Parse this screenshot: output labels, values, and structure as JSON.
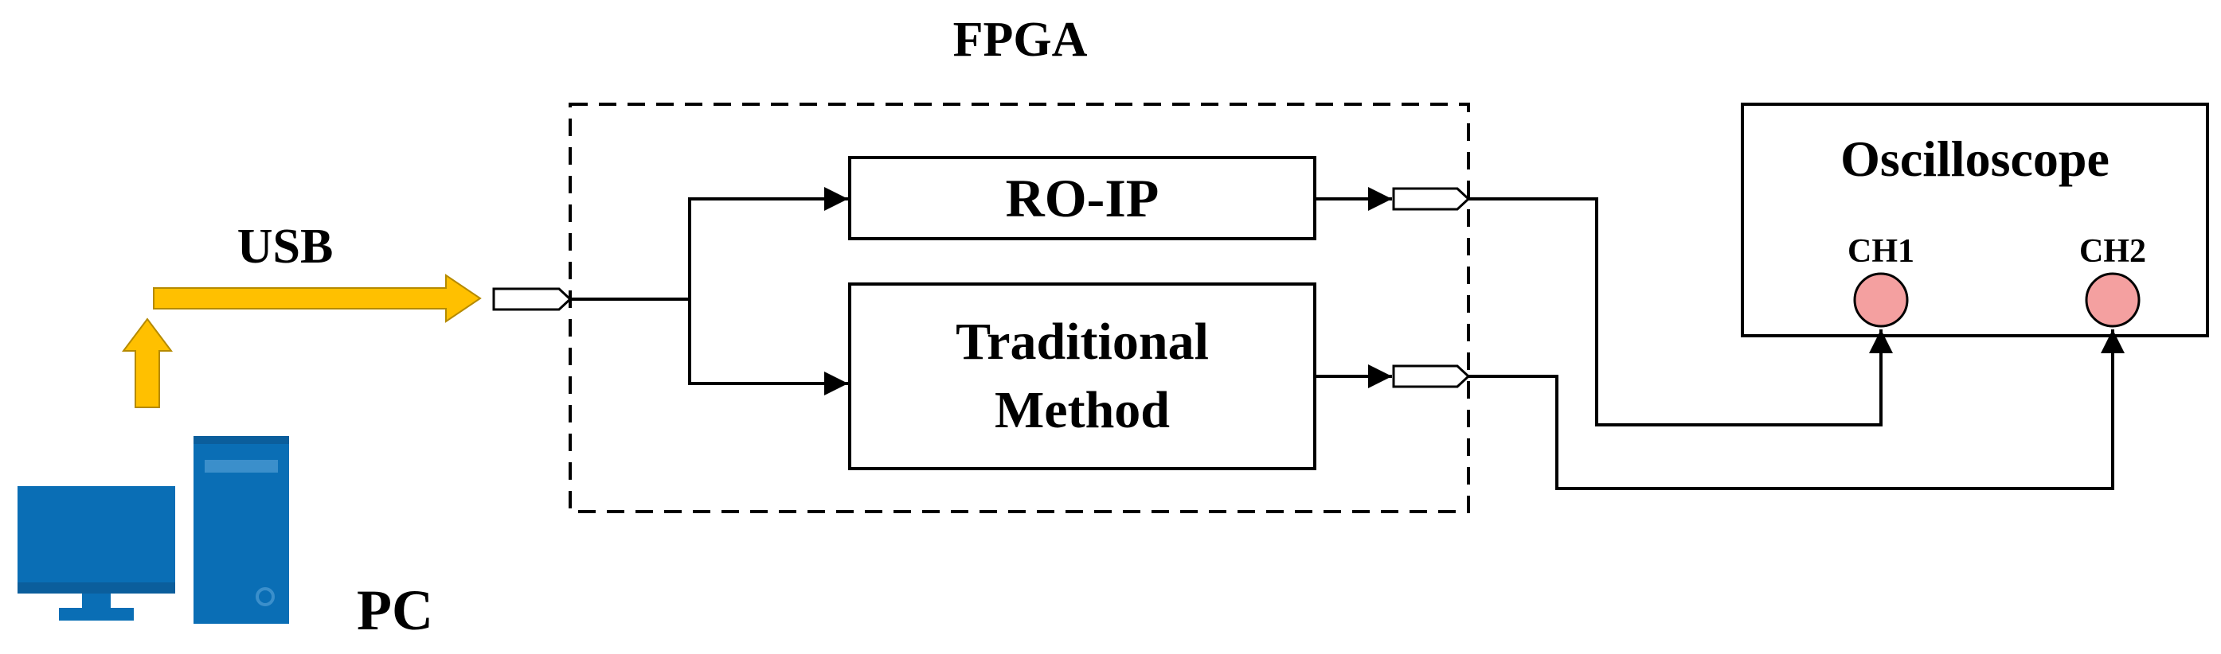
{
  "labels": {
    "fpga": "FPGA",
    "usb": "USB",
    "pc": "PC",
    "ro_ip": "RO-IP",
    "traditional_line1": "Traditional",
    "traditional_line2": "Method",
    "oscilloscope": "Oscilloscope",
    "ch1": "CH1",
    "ch2": "CH2"
  },
  "colors": {
    "usb_arrow": "#FFC000",
    "pc_blue": "#0A6EB5",
    "pc_blue_dark": "#0B5E9C",
    "probe_fill": "#F4A0A0",
    "line": "#000000"
  },
  "icons": {
    "pc": "desktop-computer-icon"
  }
}
